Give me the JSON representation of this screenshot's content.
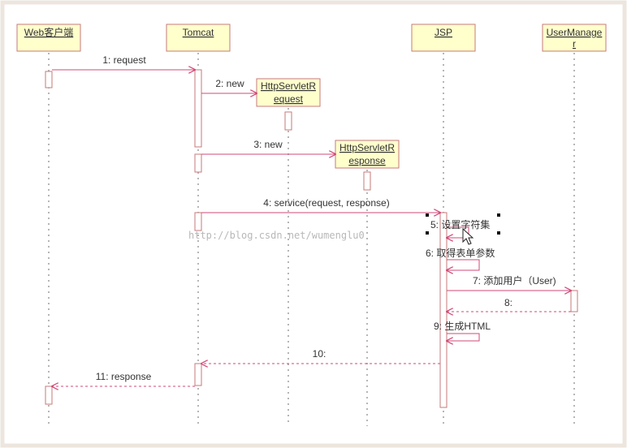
{
  "diagram": {
    "type": "sequence",
    "colors": {
      "border": "#ece6df",
      "object_fill": "#ffffcc",
      "object_stroke": "#c77a7a",
      "message": "#d24a78",
      "text": "#333333",
      "lifeline": "#6e6e6e",
      "watermark": "#b8b8b8"
    },
    "objects": [
      {
        "id": "web",
        "label": "Web客户端"
      },
      {
        "id": "tomcat",
        "label": "Tomcat"
      },
      {
        "id": "request",
        "label_lines": [
          "HttpServletR",
          "equest"
        ]
      },
      {
        "id": "response",
        "label_lines": [
          "HttpServletR",
          "esponse"
        ]
      },
      {
        "id": "jsp",
        "label": "JSP"
      },
      {
        "id": "usermanager",
        "label_lines": [
          "UserManage",
          "r"
        ]
      }
    ],
    "messages": [
      {
        "id": "m1",
        "label": "1: request",
        "from": "web",
        "to": "tomcat",
        "kind": "call"
      },
      {
        "id": "m2",
        "label": "2: new",
        "from": "tomcat",
        "to": "request",
        "kind": "create"
      },
      {
        "id": "m3",
        "label": "3: new",
        "from": "tomcat",
        "to": "response",
        "kind": "create"
      },
      {
        "id": "m4",
        "label": "4: service(request, response)",
        "from": "tomcat",
        "to": "jsp",
        "kind": "call"
      },
      {
        "id": "m5",
        "label": "5: 设置字符集",
        "from": "jsp",
        "to": "jsp",
        "kind": "self"
      },
      {
        "id": "m6",
        "label": "6: 取得表单参数",
        "from": "jsp",
        "to": "jsp",
        "kind": "self"
      },
      {
        "id": "m7",
        "label": "7: 添加用户（User)",
        "from": "jsp",
        "to": "usermanager",
        "kind": "call"
      },
      {
        "id": "m8",
        "label": "8:",
        "from": "usermanager",
        "to": "jsp",
        "kind": "return"
      },
      {
        "id": "m9",
        "label": "9: 生成HTML",
        "from": "jsp",
        "to": "jsp",
        "kind": "self"
      },
      {
        "id": "m10",
        "label": "10:",
        "from": "jsp",
        "to": "tomcat",
        "kind": "return"
      },
      {
        "id": "m11",
        "label": "11: response",
        "from": "tomcat",
        "to": "web",
        "kind": "return"
      }
    ],
    "watermark": "http://blog.csdn.net/wumenglu0"
  }
}
